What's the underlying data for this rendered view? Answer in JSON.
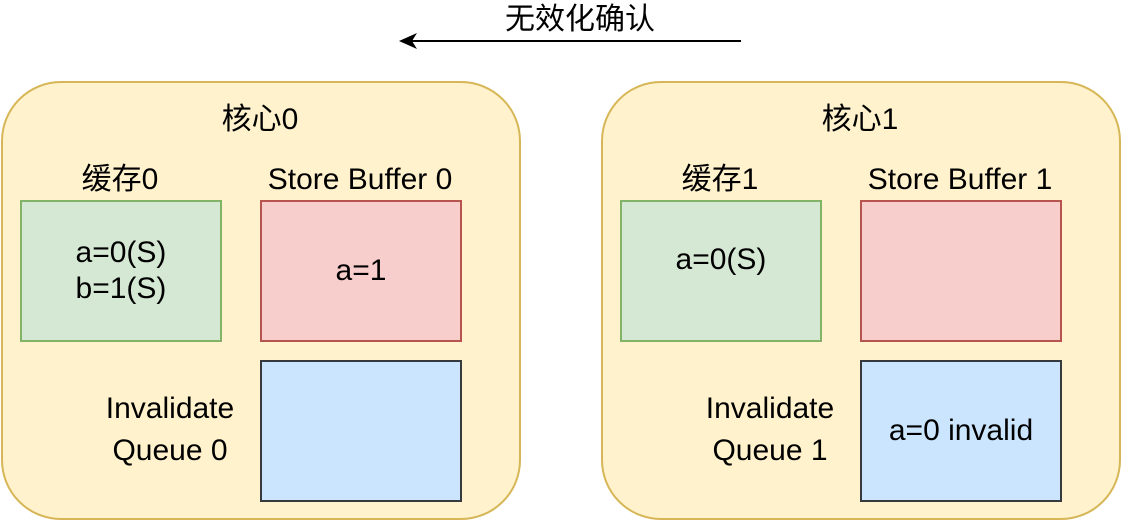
{
  "colors": {
    "core_fill": "#fff2cc",
    "core_border": "#d6b656",
    "cache_fill": "#d5e8d4",
    "cache_border": "#82b366",
    "store_buffer_fill": "#f8cecc",
    "store_buffer_border": "#b85450",
    "invalidate_queue_fill": "#cce5ff",
    "invalidate_queue_border": "#36393d",
    "arrow": "#000000"
  },
  "top_arrow": {
    "label": "无效化确认",
    "direction": "left"
  },
  "cores": [
    {
      "title": "核心0",
      "cache": {
        "label": "缓存0",
        "lines": [
          "a=0(S)",
          "b=1(S)"
        ]
      },
      "store_buffer": {
        "label": "Store Buffer 0",
        "lines": [
          "a=1"
        ]
      },
      "invalidate_queue": {
        "label_line1": "Invalidate",
        "label_line2": "Queue 0",
        "lines": []
      }
    },
    {
      "title": "核心1",
      "cache": {
        "label": "缓存1",
        "lines": [
          "a=0(S)"
        ]
      },
      "store_buffer": {
        "label": "Store Buffer 1",
        "lines": []
      },
      "invalidate_queue": {
        "label_line1": "Invalidate",
        "label_line2": "Queue 1",
        "lines": [
          "a=0 invalid"
        ]
      }
    }
  ]
}
